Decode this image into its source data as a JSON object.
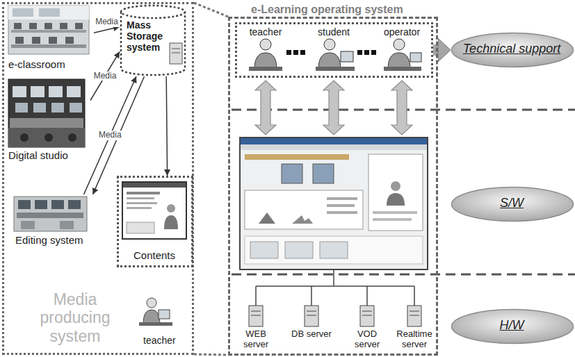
{
  "diagram": {
    "nodes": [
      {
        "text": [
          "Media producing system"
        ]
      },
      {
        "text": [
          "e-classroom"
        ],
        "in": 0
      },
      {
        "text": [
          "Digital studio"
        ],
        "in": 0
      },
      {
        "text": [
          "Editing system"
        ],
        "in": 0
      },
      {
        "text": [
          "Mass Storage system"
        ],
        "in": 0
      },
      {
        "text": [
          "Contents"
        ],
        "in": 0
      },
      {
        "text": [
          "e-Learning operating system"
        ]
      },
      {
        "text": [
          "teacher",
          "student",
          "operator"
        ],
        "in": 6
      },
      {
        "text": [
          "WEB server"
        ],
        "in": 6
      },
      {
        "text": [
          "DB server"
        ],
        "in": 6
      },
      {
        "text": [
          "VOD server"
        ],
        "in": 6
      },
      {
        "text": [
          "Realtime server"
        ],
        "in": 6
      },
      {
        "text": [
          "Technical support"
        ]
      },
      {
        "text": [
          "S/W"
        ]
      },
      {
        "text": [
          "H/W"
        ]
      }
    ],
    "edges": [
      {
        "from": 1,
        "to": 4,
        "label": "Media",
        "arrow": "to"
      },
      {
        "from": 2,
        "to": 4,
        "label": "Media",
        "arrow": "to"
      },
      {
        "from": 3,
        "to": 4,
        "label": "Media",
        "arrow": "to"
      },
      {
        "from": 4,
        "to": 3,
        "arrow": "to"
      },
      {
        "from": 4,
        "to": 5,
        "arrow": "to"
      },
      {
        "from": 7,
        "to": 12,
        "arrow": "to"
      }
    ],
    "labels": [
      "teacher"
    ]
  }
}
